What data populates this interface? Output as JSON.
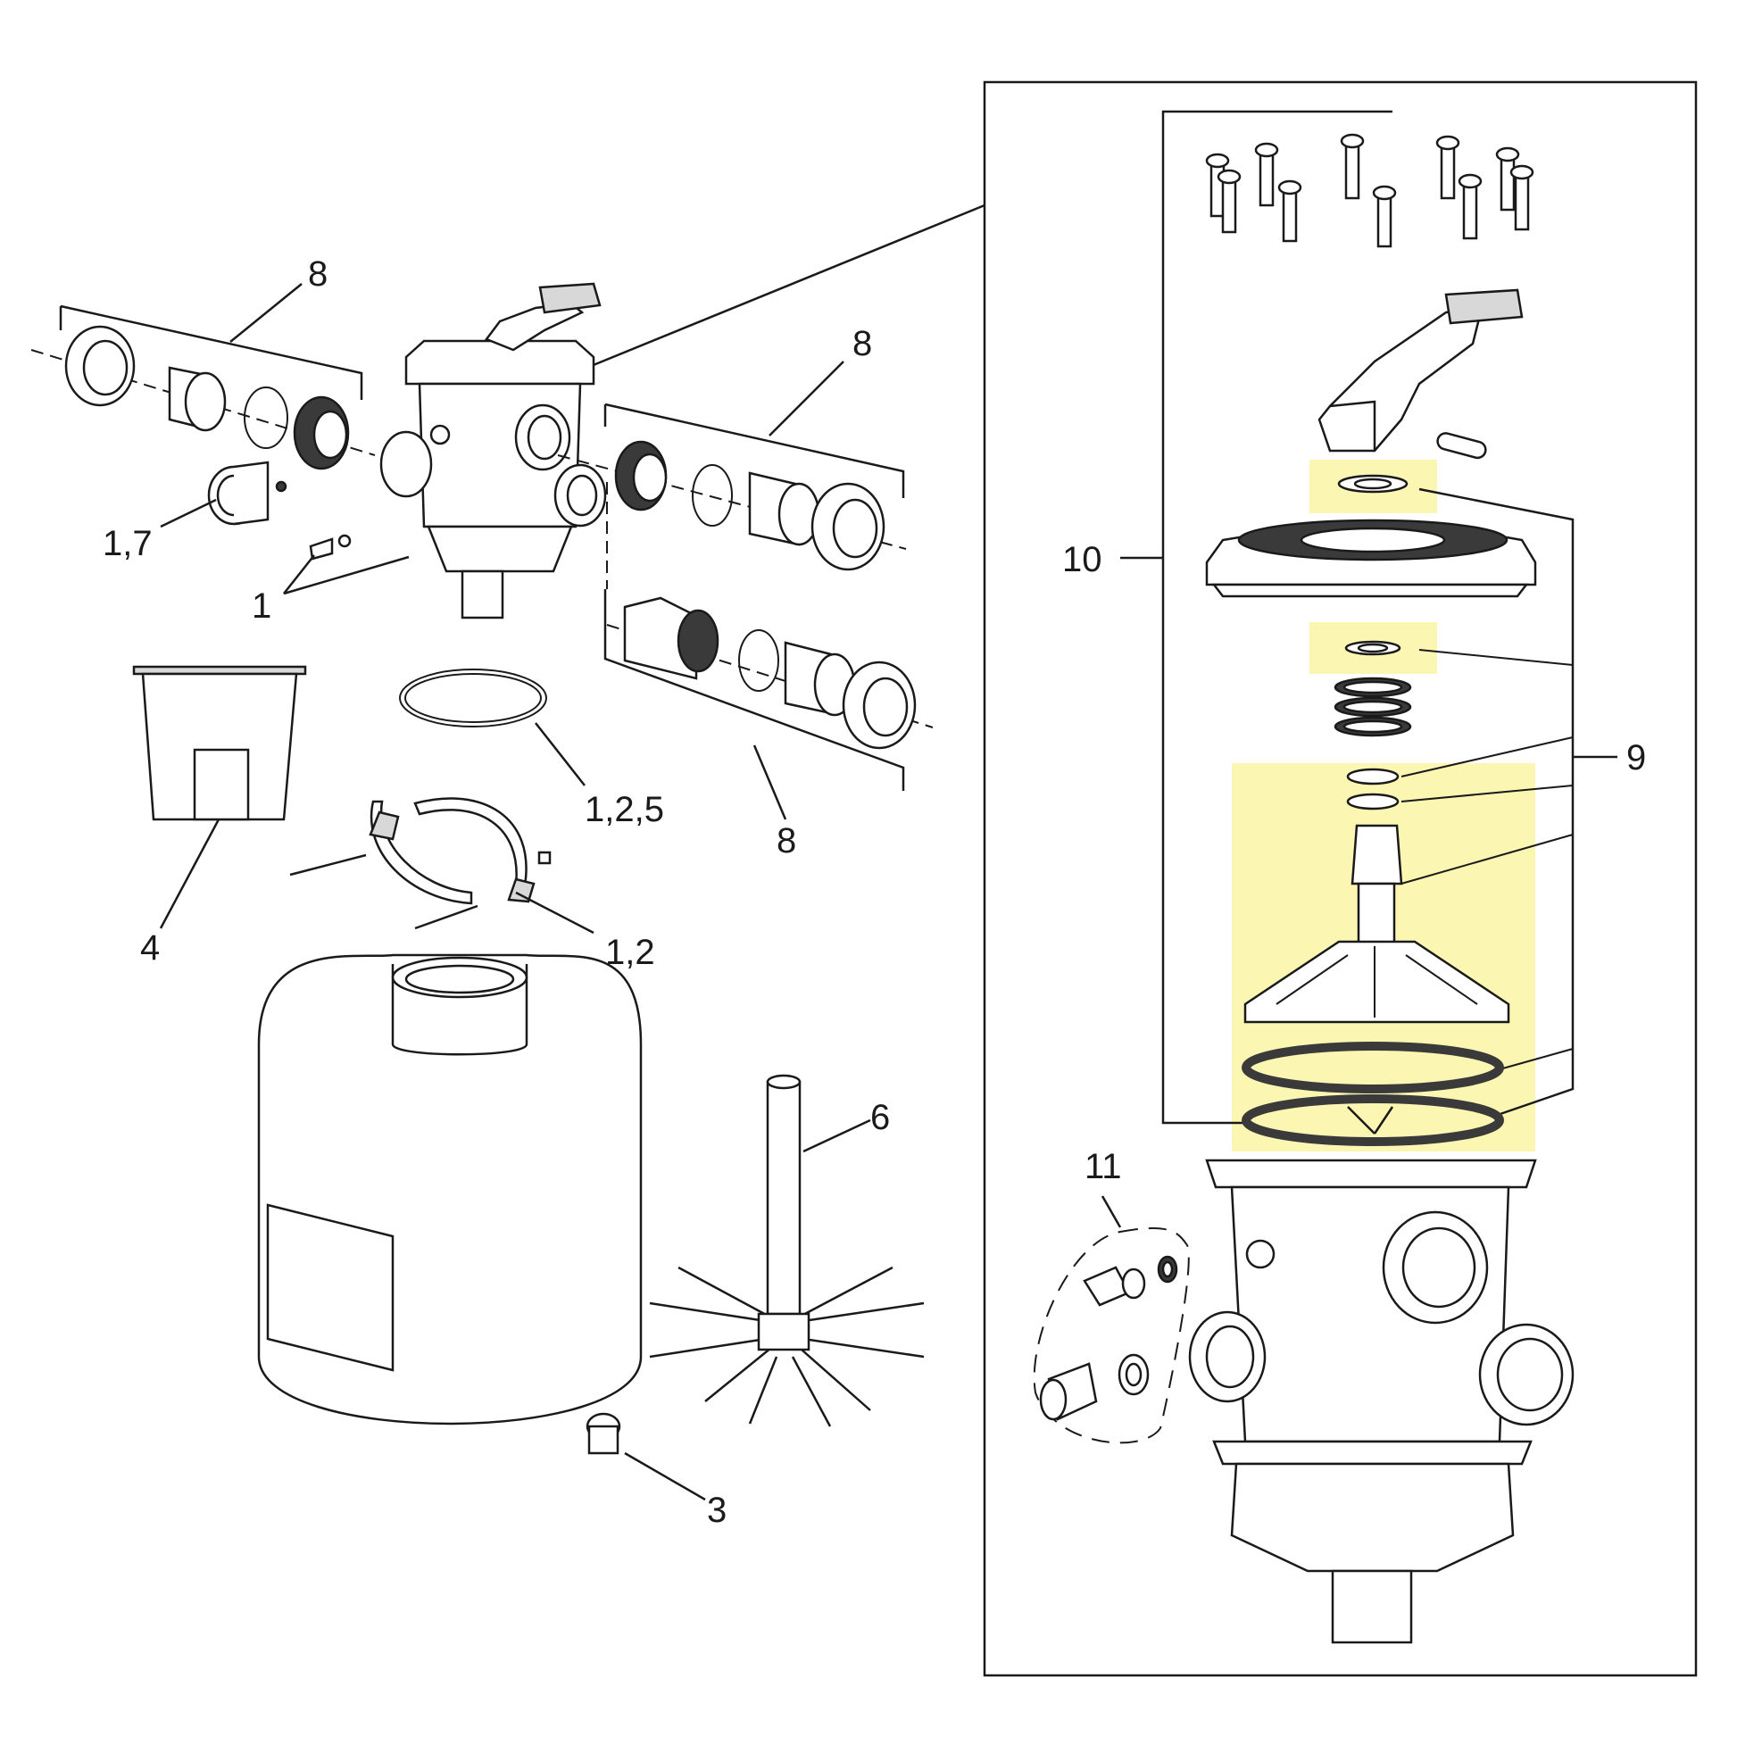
{
  "highlight_color": "#fbf5a6",
  "line_color": "#1a1a1a",
  "callouts": {
    "c8_top_left": "8",
    "c8_top_right": "8",
    "c8_bottom_right": "8",
    "c1_7": "1,7",
    "c1": "1",
    "c1_2_5": "1,2,5",
    "c4": "4",
    "c1_2": "1,2",
    "c6": "6",
    "c3": "3",
    "c10": "10",
    "c9": "9",
    "c11": "11"
  }
}
